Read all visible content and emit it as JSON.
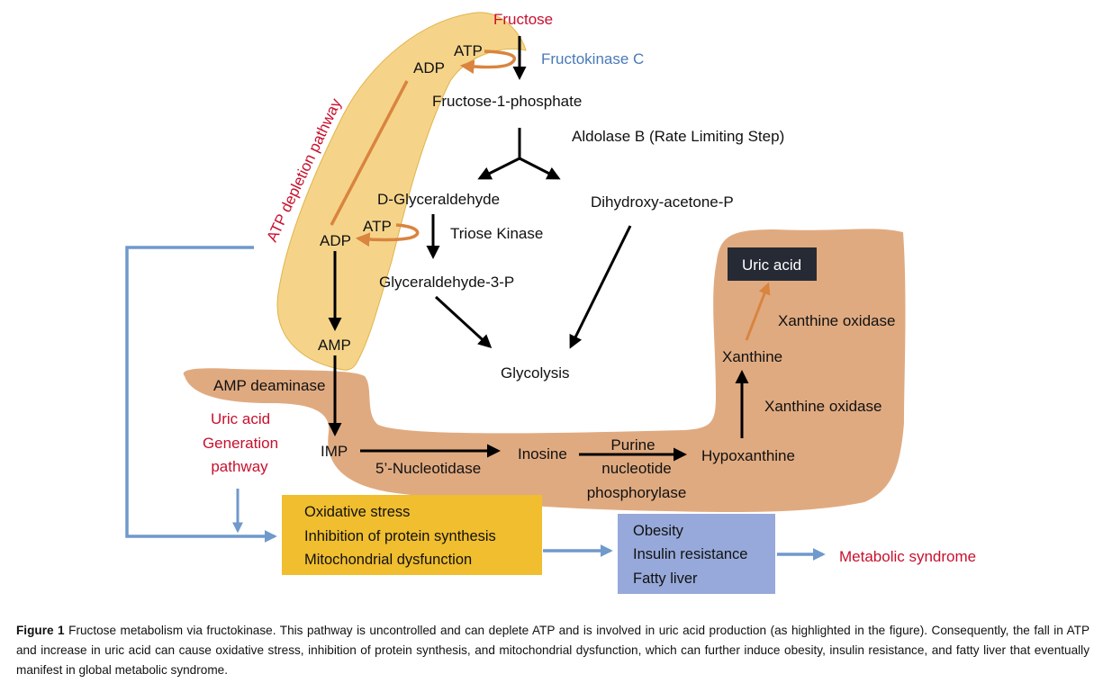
{
  "diagram": {
    "nodes": {
      "fructose": "Fructose",
      "fructokinase": "Fructokinase C",
      "atp_top": "ATP",
      "adp_top": "ADP",
      "f1p": "Fructose-1-phosphate",
      "aldolase": "Aldolase B (Rate Limiting Step)",
      "d_glyceraldehyde": "D-Glyceraldehyde",
      "dhap": "Dihydroxy-acetone-P",
      "atp_mid": "ATP",
      "adp_mid": "ADP",
      "triose_kinase": "Triose Kinase",
      "g3p": "Glyceraldehyde-3-P",
      "glycolysis": "Glycolysis",
      "amp": "AMP",
      "amp_deaminase": "AMP deaminase",
      "imp": "IMP",
      "nucleotidase": "5’-Nucleotidase",
      "inosine": "Inosine",
      "pnp_1": "Purine",
      "pnp_2": "nucleotide",
      "pnp_3": "phosphorylase",
      "hypoxanthine": "Hypoxanthine",
      "xo_lower": "Xanthine oxidase",
      "xanthine": "Xanthine",
      "xo_upper": "Xanthine oxidase",
      "uric_acid": "Uric acid"
    },
    "pathway_labels": {
      "atp_depletion": "ATP depletion pathway",
      "uric_acid_gen_1": "Uric acid",
      "uric_acid_gen_2": "Generation",
      "uric_acid_gen_3": "pathway"
    },
    "effects_box": [
      "Oxidative stress",
      "Inhibition of protein synthesis",
      "Mitochondrial dysfunction"
    ],
    "outcomes_box": [
      "Obesity",
      "Insulin resistance",
      "Fatty liver"
    ],
    "final": "Metabolic syndrome",
    "colors": {
      "atp_region": "#f5d48a",
      "uric_region": "#e0aa80",
      "effects_box": "#f0be2e",
      "outcomes_box": "#97a9da",
      "uric_acid_box": "#262a35",
      "flow_arrow": "#7099cc",
      "orange_arrow": "#d9843f",
      "red_text": "#c8102e",
      "blue_text": "#4a7ab8"
    }
  },
  "caption": {
    "label": "Figure 1",
    "text": " Fructose metabolism via fructokinase. This pathway is uncontrolled and can deplete ATP and is involved in uric acid production (as highlighted in the figure). Consequently, the fall in ATP and increase in uric acid can cause oxidative stress, inhibition of protein synthesis, and mitochondrial dysfunction, which can further induce obesity, insulin resistance, and fatty liver that eventually manifest in global metabolic syndrome."
  }
}
